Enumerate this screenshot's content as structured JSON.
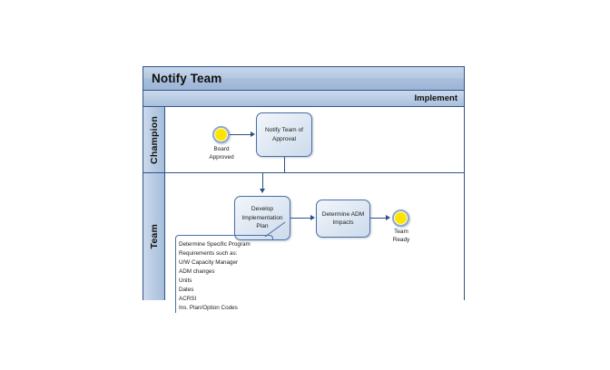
{
  "diagram": {
    "type": "bpmn-pool",
    "pool_title": "Notify Team",
    "phase_label": "Implement",
    "colors": {
      "pool_header": "#b5c9e2",
      "lane_header": "#b9cce4",
      "border": "#31558c",
      "task_fill": "#e3ebf5",
      "task_border": "#4a6fa5",
      "connector": "#2c4f86",
      "event_fill": "#ffe400",
      "event_border": "#8fa8c8",
      "canvas": "#ffffff"
    },
    "lanes": [
      {
        "id": "champion",
        "label": "Champion"
      },
      {
        "id": "team",
        "label": "Team"
      }
    ],
    "events": [
      {
        "id": "board-approved",
        "kind": "start",
        "lane": "champion",
        "label_line1": "Board",
        "label_line2": "Approved"
      },
      {
        "id": "team-ready",
        "kind": "end",
        "lane": "team",
        "label_line1": "Team",
        "label_line2": "Ready"
      }
    ],
    "tasks": [
      {
        "id": "notify-team-of-approval",
        "lane": "champion",
        "line1": "Notify Team of",
        "line2": "Approval"
      },
      {
        "id": "develop-implementation-plan",
        "lane": "team",
        "line1": "Develop",
        "line2": "Implementation",
        "line3": "Plan"
      },
      {
        "id": "determine-adm-impacts",
        "lane": "team",
        "line1": "Determine ADM",
        "line2": "Impacts"
      }
    ],
    "annotation": {
      "attached_to": "develop-implementation-plan",
      "lines": [
        "Determine Specific Program",
        "Requirements such as:",
        "U/W Capacity Manager",
        "ADM changes",
        "Units",
        "Dates",
        "ACRSI",
        "Ins. Plan/Option Codes"
      ]
    },
    "flows": [
      {
        "from": "board-approved",
        "to": "notify-team-of-approval"
      },
      {
        "from": "notify-team-of-approval",
        "to": "develop-implementation-plan"
      },
      {
        "from": "develop-implementation-plan",
        "to": "determine-adm-impacts"
      },
      {
        "from": "determine-adm-impacts",
        "to": "team-ready"
      }
    ]
  }
}
